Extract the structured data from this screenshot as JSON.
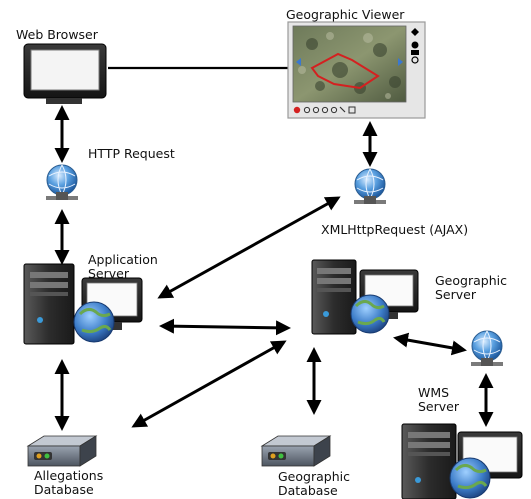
{
  "labels": {
    "web_browser": "Web Browser",
    "geo_viewer": "Geographic Viewer",
    "http_request": "HTTP Request",
    "xhr": "XMLHttpRequest (AJAX)",
    "app_server_1": "Application",
    "app_server_2": "Server",
    "geo_server_1": "Geographic",
    "geo_server_2": "Server",
    "wms_server_1": "WMS",
    "wms_server_2": "Server",
    "alleg_db_1": "Allegations",
    "alleg_db_2": "Database",
    "geo_db_1": "Geographic",
    "geo_db_2": "Database"
  },
  "colors": {
    "arrow": "#000000",
    "viewer_frame": "#c8c8c8",
    "map_route": "#d42020",
    "globe_blue": "#4a90d9"
  }
}
